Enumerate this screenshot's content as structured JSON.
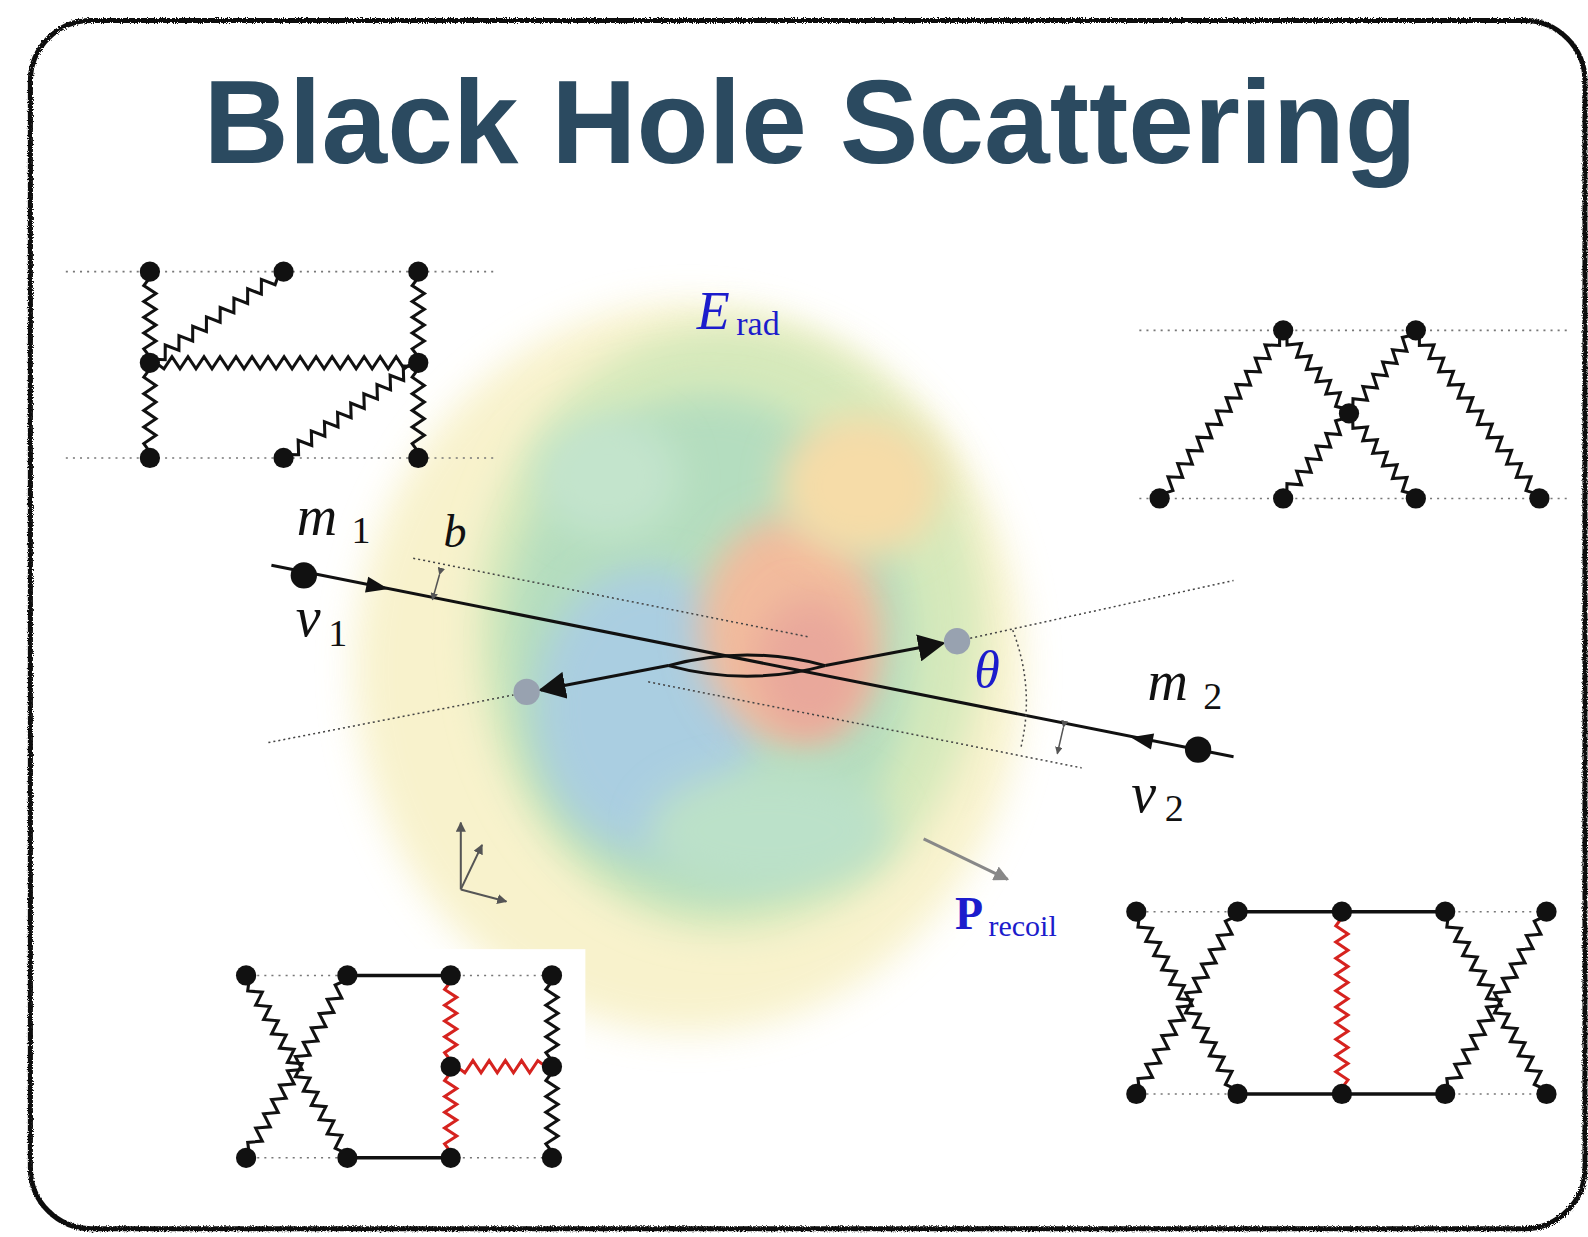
{
  "diagram": {
    "title": "Black Hole Scattering",
    "labels": [
      "E",
      "rad",
      "m",
      "1",
      "b",
      "v",
      "1",
      "θ",
      "m",
      "2",
      "v",
      "2",
      "P",
      "recoil"
    ]
  }
}
